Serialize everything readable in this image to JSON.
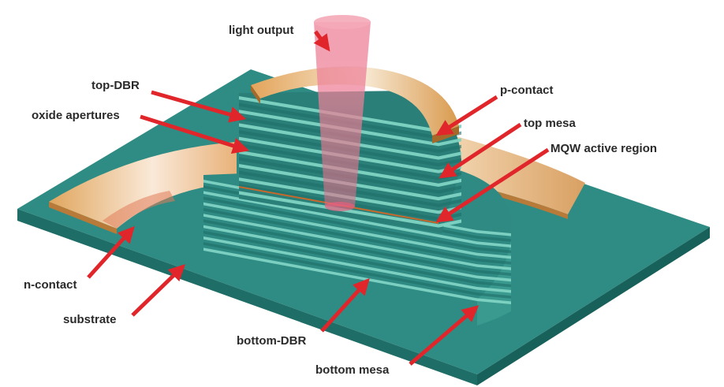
{
  "labels": {
    "light_output": "light output",
    "top_dbr": "top-DBR",
    "oxide_apertures": "oxide apertures",
    "p_contact": "p-contact",
    "top_mesa": "top mesa",
    "mqw_active_region": "MQW active region",
    "n_contact": "n-contact",
    "substrate": "substrate",
    "bottom_dbr": "bottom-DBR",
    "bottom_mesa": "bottom mesa"
  },
  "colors": {
    "substrate": "#2e8a82",
    "dbr_light": "#7fd3c3",
    "dbr_dark": "#1f6e69",
    "contact": "#d99a4e",
    "arrow": "#e0262a",
    "light_beam": "#e87a92",
    "active_layer": "#c8682a"
  }
}
